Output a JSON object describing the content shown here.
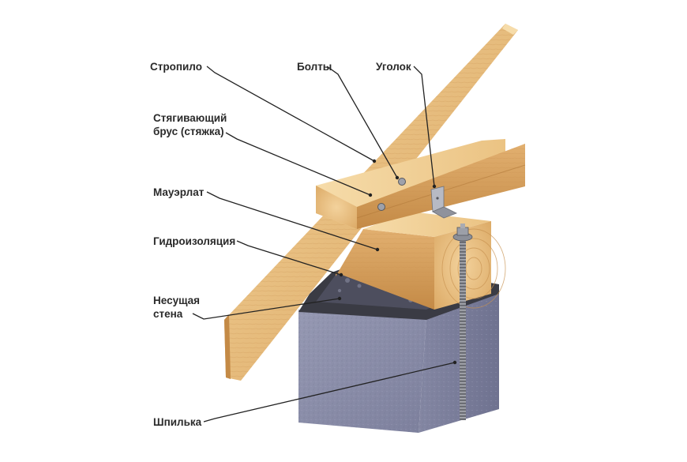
{
  "diagram": {
    "labels": {
      "rafter": "Стропило",
      "bolts": "Болты",
      "bracket": "Уголок",
      "tie_beam": [
        "Стягивающий",
        "брус (стяжка)"
      ],
      "mauerlat": "Мауэрлат",
      "waterproofing": "Гидроизоляция",
      "bearing_wall": [
        "Несущая",
        "стена"
      ],
      "stud": "Шпилька"
    }
  },
  "colors": {
    "wood_light": "#f0c888",
    "wood_mid": "#dca862",
    "wood_dark": "#c08440",
    "concrete": "#8a8da8",
    "concrete_side": "#7c7f9c",
    "leader": "#222222"
  }
}
